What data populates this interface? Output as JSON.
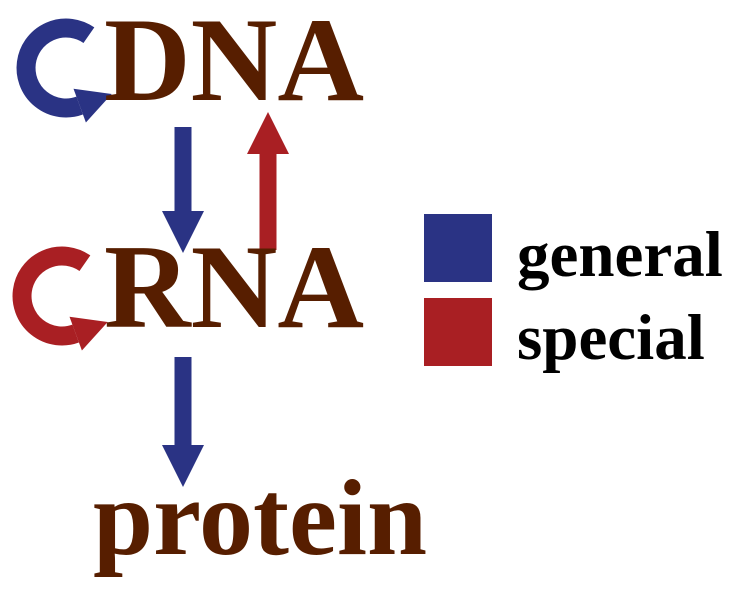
{
  "colors": {
    "general": "#2a3384",
    "special": "#a91f23",
    "node_text": "#571e00",
    "legend_text": "#000000",
    "background": "#ffffff"
  },
  "nodes": {
    "dna": "DNA",
    "rna": "RNA",
    "protein": "protein"
  },
  "arrows": [
    {
      "from": "DNA",
      "to": "DNA",
      "style": "general",
      "shape": "circular-loop"
    },
    {
      "from": "DNA",
      "to": "RNA",
      "style": "general",
      "shape": "straight-down"
    },
    {
      "from": "RNA",
      "to": "DNA",
      "style": "special",
      "shape": "straight-up"
    },
    {
      "from": "RNA",
      "to": "RNA",
      "style": "special",
      "shape": "circular-loop"
    },
    {
      "from": "RNA",
      "to": "protein",
      "style": "general",
      "shape": "straight-down"
    }
  ],
  "legend": {
    "items": [
      {
        "label": "general",
        "color": "#2a3384"
      },
      {
        "label": "special",
        "color": "#a91f23"
      }
    ]
  }
}
